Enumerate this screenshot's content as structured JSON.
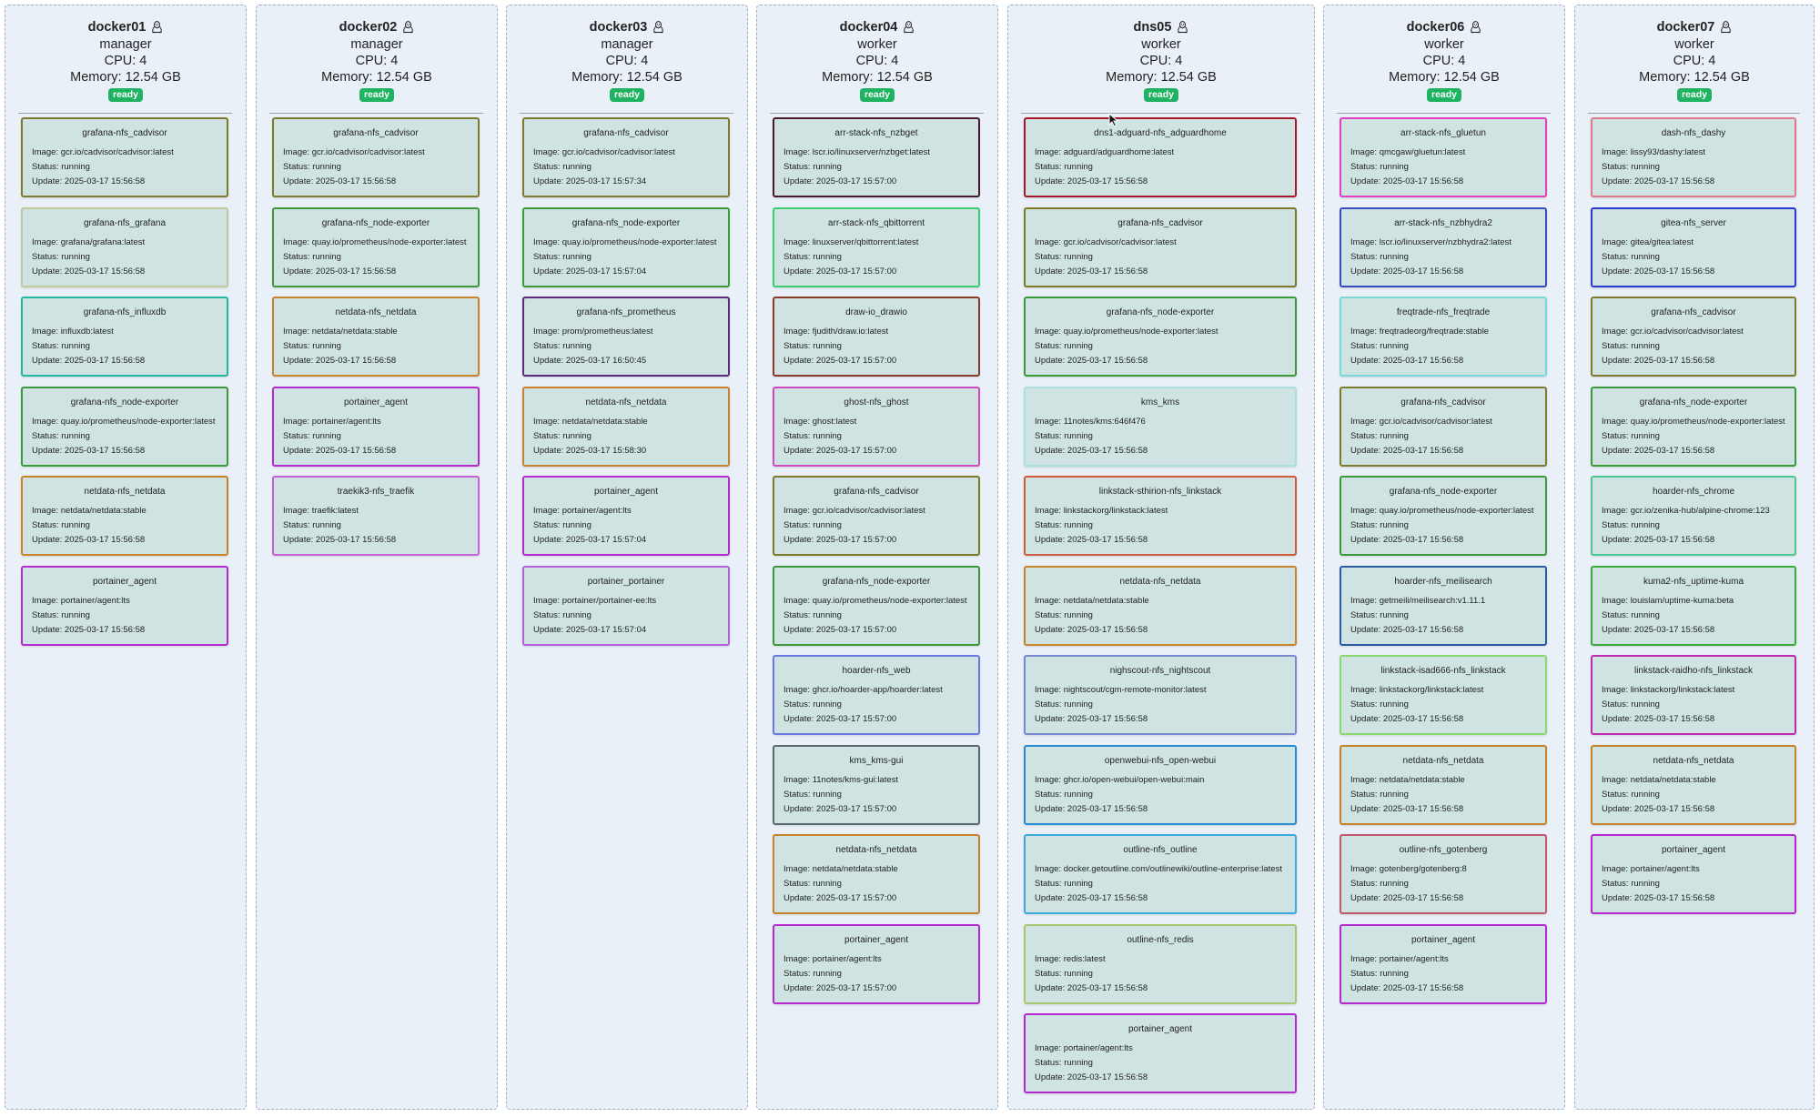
{
  "labels": {
    "image": "Image: ",
    "status": "Status: ",
    "update": "Update: "
  },
  "nodes": [
    {
      "name": "docker01",
      "role": "manager",
      "cpu": "CPU: 4",
      "memory": "Memory: 12.54 GB",
      "state": "ready",
      "os_icon": "linux-penguin-icon",
      "services": [
        {
          "name": "grafana-nfs_cadvisor",
          "image": "gcr.io/cadvisor/cadvisor:latest",
          "status": "running",
          "update": "2025-03-17 15:56:58",
          "color": "#7d7a2a"
        },
        {
          "name": "grafana-nfs_grafana",
          "image": "grafana/grafana:latest",
          "status": "running",
          "update": "2025-03-17 15:56:58",
          "color": "#c2c8a0"
        },
        {
          "name": "grafana-nfs_influxdb",
          "image": "influxdb:latest",
          "status": "running",
          "update": "2025-03-17 15:56:58",
          "color": "#22b8a0"
        },
        {
          "name": "grafana-nfs_node-exporter",
          "image": "quay.io/prometheus/node-exporter:latest",
          "status": "running",
          "update": "2025-03-17 15:56:58",
          "color": "#3a9a3a"
        },
        {
          "name": "netdata-nfs_netdata",
          "image": "netdata/netdata:stable",
          "status": "running",
          "update": "2025-03-17 15:56:58",
          "color": "#c7822a"
        },
        {
          "name": "portainer_agent",
          "image": "portainer/agent:lts",
          "status": "running",
          "update": "2025-03-17 15:56:58",
          "color": "#b52ad0"
        }
      ]
    },
    {
      "name": "docker02",
      "role": "manager",
      "cpu": "CPU: 4",
      "memory": "Memory: 12.54 GB",
      "state": "ready",
      "os_icon": "linux-penguin-icon",
      "services": [
        {
          "name": "grafana-nfs_cadvisor",
          "image": "gcr.io/cadvisor/cadvisor:latest",
          "status": "running",
          "update": "2025-03-17 15:56:58",
          "color": "#7d7a2a"
        },
        {
          "name": "grafana-nfs_node-exporter",
          "image": "quay.io/prometheus/node-exporter:latest",
          "status": "running",
          "update": "2025-03-17 15:56:58",
          "color": "#3a9a3a"
        },
        {
          "name": "netdata-nfs_netdata",
          "image": "netdata/netdata:stable",
          "status": "running",
          "update": "2025-03-17 15:56:58",
          "color": "#c7822a"
        },
        {
          "name": "portainer_agent",
          "image": "portainer/agent:lts",
          "status": "running",
          "update": "2025-03-17 15:56:58",
          "color": "#b52ad0"
        },
        {
          "name": "traekik3-nfs_traefik",
          "image": "traefik:latest",
          "status": "running",
          "update": "2025-03-17 15:56:58",
          "color": "#c560d8"
        }
      ]
    },
    {
      "name": "docker03",
      "role": "manager",
      "cpu": "CPU: 4",
      "memory": "Memory: 12.54 GB",
      "state": "ready",
      "os_icon": "linux-penguin-icon",
      "services": [
        {
          "name": "grafana-nfs_cadvisor",
          "image": "gcr.io/cadvisor/cadvisor:latest",
          "status": "running",
          "update": "2025-03-17 15:57:34",
          "color": "#7d7a2a"
        },
        {
          "name": "grafana-nfs_node-exporter",
          "image": "quay.io/prometheus/node-exporter:latest",
          "status": "running",
          "update": "2025-03-17 15:57:04",
          "color": "#3a9a3a"
        },
        {
          "name": "grafana-nfs_prometheus",
          "image": "prom/prometheus:latest",
          "status": "running",
          "update": "2025-03-17 16:50:45",
          "color": "#5a2a7a"
        },
        {
          "name": "netdata-nfs_netdata",
          "image": "netdata/netdata:stable",
          "status": "running",
          "update": "2025-03-17 15:58:30",
          "color": "#c7822a"
        },
        {
          "name": "portainer_agent",
          "image": "portainer/agent:lts",
          "status": "running",
          "update": "2025-03-17 15:57:04",
          "color": "#b52ad0"
        },
        {
          "name": "portainer_portainer",
          "image": "portainer/portainer-ee:lts",
          "status": "running",
          "update": "2025-03-17 15:57:04",
          "color": "#b060e0"
        }
      ]
    },
    {
      "name": "docker04",
      "role": "worker",
      "cpu": "CPU: 4",
      "memory": "Memory: 12.54 GB",
      "state": "ready",
      "os_icon": "linux-penguin-icon",
      "services": [
        {
          "name": "arr-stack-nfs_nzbget",
          "image": "lscr.io/linuxserver/nzbget:latest",
          "status": "running",
          "update": "2025-03-17 15:57:00",
          "color": "#4a1a2a"
        },
        {
          "name": "arr-stack-nfs_qbittorrent",
          "image": "linuxserver/qbittorrent:latest",
          "status": "running",
          "update": "2025-03-17 15:57:00",
          "color": "#3ad070"
        },
        {
          "name": "draw-io_drawio",
          "image": "fjudith/draw.io:latest",
          "status": "running",
          "update": "2025-03-17 15:57:00",
          "color": "#8a3a2a"
        },
        {
          "name": "ghost-nfs_ghost",
          "image": "ghost:latest",
          "status": "running",
          "update": "2025-03-17 15:57:00",
          "color": "#d04ac0"
        },
        {
          "name": "grafana-nfs_cadvisor",
          "image": "gcr.io/cadvisor/cadvisor:latest",
          "status": "running",
          "update": "2025-03-17 15:57:00",
          "color": "#7d7a2a"
        },
        {
          "name": "grafana-nfs_node-exporter",
          "image": "quay.io/prometheus/node-exporter:latest",
          "status": "running",
          "update": "2025-03-17 15:57:00",
          "color": "#3a9a3a"
        },
        {
          "name": "hoarder-nfs_web",
          "image": "ghcr.io/hoarder-app/hoarder:latest",
          "status": "running",
          "update": "2025-03-17 15:57:00",
          "color": "#6a7ae0"
        },
        {
          "name": "kms_kms-gui",
          "image": "11notes/kms-gui:latest",
          "status": "running",
          "update": "2025-03-17 15:57:00",
          "color": "#5a6a6a"
        },
        {
          "name": "netdata-nfs_netdata",
          "image": "netdata/netdata:stable",
          "status": "running",
          "update": "2025-03-17 15:57:00",
          "color": "#c7822a"
        },
        {
          "name": "portainer_agent",
          "image": "portainer/agent:lts",
          "status": "running",
          "update": "2025-03-17 15:57:00",
          "color": "#b52ad0"
        }
      ]
    },
    {
      "name": "dns05",
      "role": "worker",
      "cpu": "CPU: 4",
      "memory": "Memory: 12.54 GB",
      "state": "ready",
      "os_icon": "linux-penguin-icon",
      "services": [
        {
          "name": "dns1-adguard-nfs_adguardhome",
          "image": "adguard/adguardhome:latest",
          "status": "running",
          "update": "2025-03-17 15:56:58",
          "color": "#a51a2a"
        },
        {
          "name": "grafana-nfs_cadvisor",
          "image": "gcr.io/cadvisor/cadvisor:latest",
          "status": "running",
          "update": "2025-03-17 15:56:58",
          "color": "#7d7a2a"
        },
        {
          "name": "grafana-nfs_node-exporter",
          "image": "quay.io/prometheus/node-exporter:latest",
          "status": "running",
          "update": "2025-03-17 15:56:58",
          "color": "#3a9a3a"
        },
        {
          "name": "kms_kms",
          "image": "11notes/kms:646f476",
          "status": "running",
          "update": "2025-03-17 15:56:58",
          "color": "#a8e0e0"
        },
        {
          "name": "linkstack-sthirion-nfs_linkstack",
          "image": "linkstackorg/linkstack:latest",
          "status": "running",
          "update": "2025-03-17 15:56:58",
          "color": "#d05a3a"
        },
        {
          "name": "netdata-nfs_netdata",
          "image": "netdata/netdata:stable",
          "status": "running",
          "update": "2025-03-17 15:56:58",
          "color": "#c7822a"
        },
        {
          "name": "nighscout-nfs_nightscout",
          "image": "nightscout/cgm-remote-monitor:latest",
          "status": "running",
          "update": "2025-03-17 15:56:58",
          "color": "#7a8ad0"
        },
        {
          "name": "openwebui-nfs_open-webui",
          "image": "ghcr.io/open-webui/open-webui:main",
          "status": "running",
          "update": "2025-03-17 15:56:58",
          "color": "#2a8ad0"
        },
        {
          "name": "outline-nfs_outline",
          "image": "docker.getoutline.com/outlinewiki/outline-enterprise:latest",
          "status": "running",
          "update": "2025-03-17 15:56:58",
          "color": "#3aaae0"
        },
        {
          "name": "outline-nfs_redis",
          "image": "redis:latest",
          "status": "running",
          "update": "2025-03-17 15:56:58",
          "color": "#a8c870"
        },
        {
          "name": "portainer_agent",
          "image": "portainer/agent:lts",
          "status": "running",
          "update": "2025-03-17 15:56:58",
          "color": "#b52ad0"
        }
      ]
    },
    {
      "name": "docker06",
      "role": "worker",
      "cpu": "CPU: 4",
      "memory": "Memory: 12.54 GB",
      "state": "ready",
      "os_icon": "linux-penguin-icon",
      "services": [
        {
          "name": "arr-stack-nfs_gluetun",
          "image": "qmcgaw/gluetun:latest",
          "status": "running",
          "update": "2025-03-17 15:56:58",
          "color": "#e040c0"
        },
        {
          "name": "arr-stack-nfs_nzbhydra2",
          "image": "lscr.io/linuxserver/nzbhydra2:latest",
          "status": "running",
          "update": "2025-03-17 15:56:58",
          "color": "#3a4ac0"
        },
        {
          "name": "freqtrade-nfs_freqtrade",
          "image": "freqtradeorg/freqtrade:stable",
          "status": "running",
          "update": "2025-03-17 15:56:58",
          "color": "#7ad8d8"
        },
        {
          "name": "grafana-nfs_cadvisor",
          "image": "gcr.io/cadvisor/cadvisor:latest",
          "status": "running",
          "update": "2025-03-17 15:56:58",
          "color": "#7d7a2a"
        },
        {
          "name": "grafana-nfs_node-exporter",
          "image": "quay.io/prometheus/node-exporter:latest",
          "status": "running",
          "update": "2025-03-17 15:56:58",
          "color": "#3a9a3a"
        },
        {
          "name": "hoarder-nfs_meilisearch",
          "image": "getmeili/meilisearch:v1.11.1",
          "status": "running",
          "update": "2025-03-17 15:56:58",
          "color": "#2a5aa0"
        },
        {
          "name": "linkstack-isad666-nfs_linkstack",
          "image": "linkstackorg/linkstack:latest",
          "status": "running",
          "update": "2025-03-17 15:56:58",
          "color": "#8ad870"
        },
        {
          "name": "netdata-nfs_netdata",
          "image": "netdata/netdata:stable",
          "status": "running",
          "update": "2025-03-17 15:56:58",
          "color": "#c7822a"
        },
        {
          "name": "outline-nfs_gotenberg",
          "image": "gotenberg/gotenberg:8",
          "status": "running",
          "update": "2025-03-17 15:56:58",
          "color": "#c05a6a"
        },
        {
          "name": "portainer_agent",
          "image": "portainer/agent:lts",
          "status": "running",
          "update": "2025-03-17 15:56:58",
          "color": "#b52ad0"
        }
      ]
    },
    {
      "name": "docker07",
      "role": "worker",
      "cpu": "CPU: 4",
      "memory": "Memory: 12.54 GB",
      "state": "ready",
      "os_icon": "linux-penguin-icon",
      "services": [
        {
          "name": "dash-nfs_dashy",
          "image": "lissy93/dashy:latest",
          "status": "running",
          "update": "2025-03-17 15:56:58",
          "color": "#e07a8a"
        },
        {
          "name": "gitea-nfs_server",
          "image": "gitea/gitea:latest",
          "status": "running",
          "update": "2025-03-17 15:56:58",
          "color": "#2a3ad0"
        },
        {
          "name": "grafana-nfs_cadvisor",
          "image": "gcr.io/cadvisor/cadvisor:latest",
          "status": "running",
          "update": "2025-03-17 15:56:58",
          "color": "#7d7a2a"
        },
        {
          "name": "grafana-nfs_node-exporter",
          "image": "quay.io/prometheus/node-exporter:latest",
          "status": "running",
          "update": "2025-03-17 15:56:58",
          "color": "#3a9a3a"
        },
        {
          "name": "hoarder-nfs_chrome",
          "image": "gcr.io/zenika-hub/alpine-chrome:123",
          "status": "running",
          "update": "2025-03-17 15:56:58",
          "color": "#4ac890"
        },
        {
          "name": "kuma2-nfs_uptime-kuma",
          "image": "louislam/uptime-kuma:beta",
          "status": "running",
          "update": "2025-03-17 15:56:58",
          "color": "#3aaa3a"
        },
        {
          "name": "linkstack-raidho-nfs_linkstack",
          "image": "linkstackorg/linkstack:latest",
          "status": "running",
          "update": "2025-03-17 15:56:58",
          "color": "#c02ab0"
        },
        {
          "name": "netdata-nfs_netdata",
          "image": "netdata/netdata:stable",
          "status": "running",
          "update": "2025-03-17 15:56:58",
          "color": "#c7822a"
        },
        {
          "name": "portainer_agent",
          "image": "portainer/agent:lts",
          "status": "running",
          "update": "2025-03-17 15:56:58",
          "color": "#b52ad0"
        }
      ]
    }
  ]
}
